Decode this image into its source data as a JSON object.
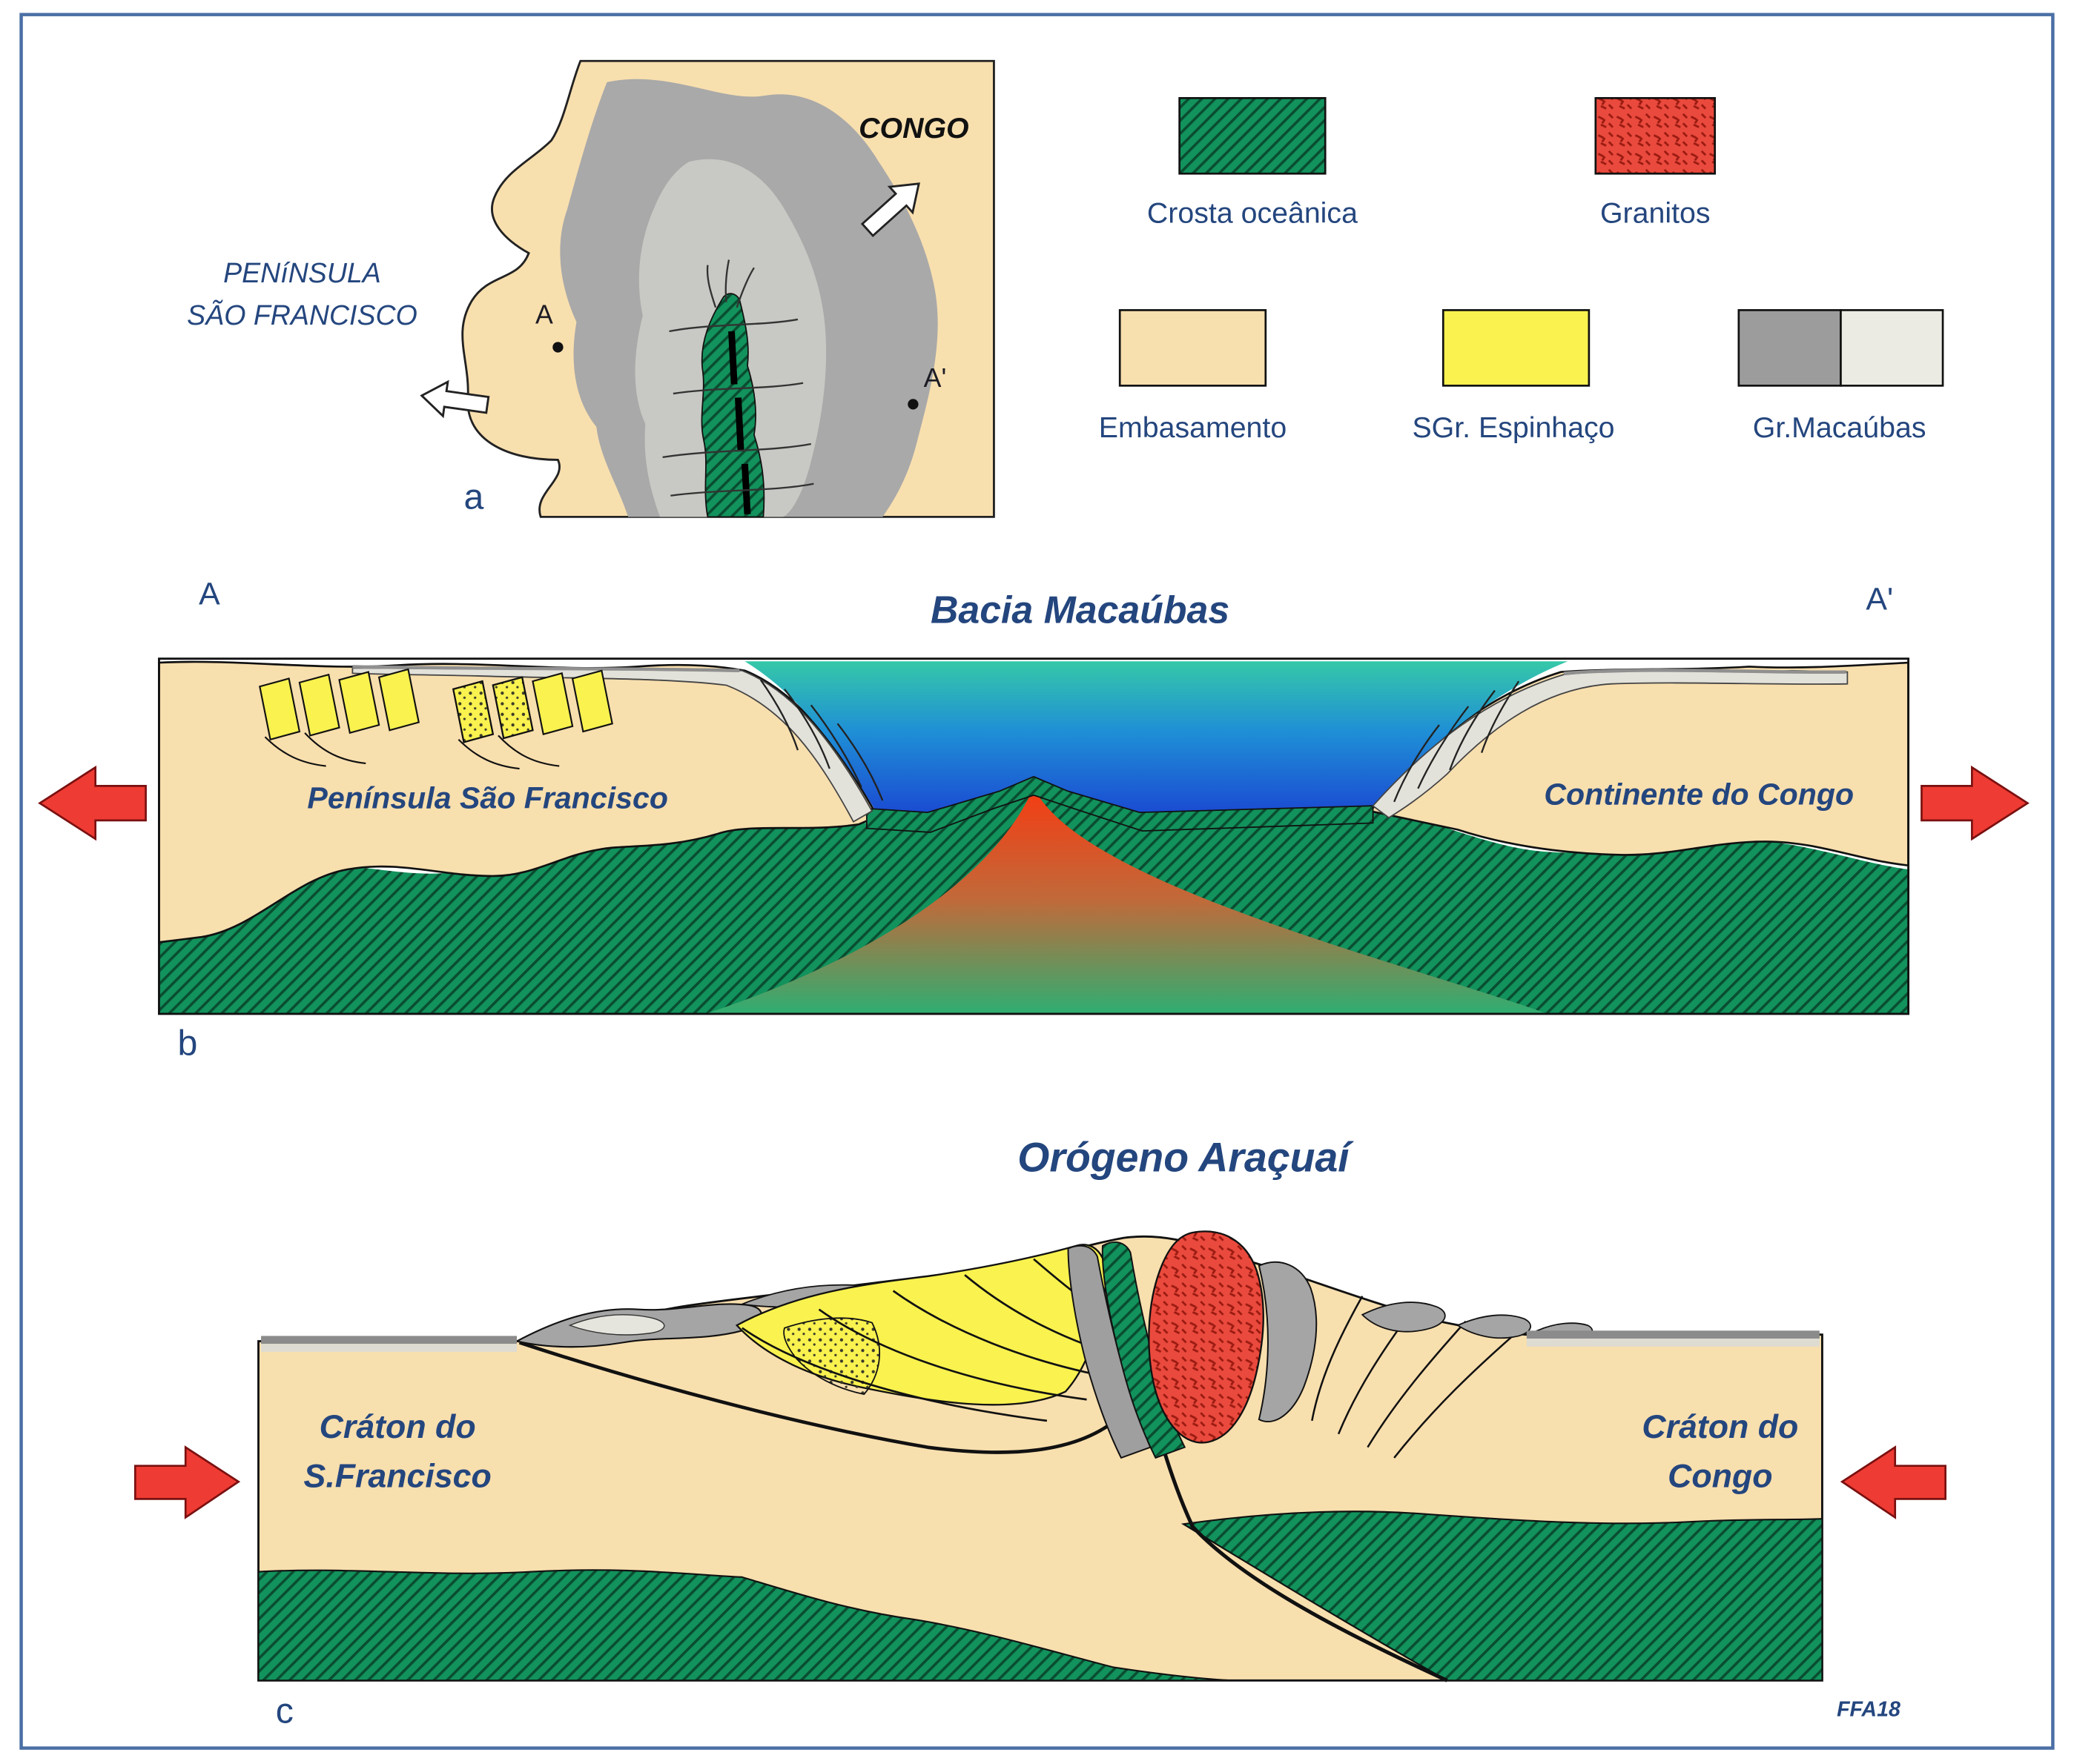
{
  "panel_a": {
    "label": "a",
    "congo": "CONGO",
    "peninsula_line1": "PENíNSULA",
    "peninsula_line2": "SÃO FRANCISCO",
    "marker_a": "A",
    "marker_a2": "A'"
  },
  "legend": {
    "crosta": "Crosta oceânica",
    "granitos": "Granitos",
    "embasamento": "Embasamento",
    "espinhaco": "SGr. Espinhaço",
    "macaubas": "Gr.Macaúbas"
  },
  "panel_b": {
    "label": "b",
    "title": "Bacia Macaúbas",
    "marker_a": "A",
    "marker_a2": "A'",
    "left_block": "Península São Francisco",
    "right_block": "Continente do Congo"
  },
  "panel_c": {
    "label": "c",
    "title": "Orógeno Araçuaí",
    "left_line1": "Cráton do",
    "left_line2": "S.Francisco",
    "right_line1": "Cráton do",
    "right_line2": "Congo"
  },
  "signature": "FFA18",
  "colors": {
    "frame": "#4a6fa5",
    "navy": "#24467e",
    "tan": "#f8dfae",
    "green": "#12925c",
    "yellow": "#f9f24f",
    "granite_red": "#ea4a3d",
    "gray_dark": "#9c9c9c",
    "gray_light": "#ecebe3",
    "arrow_red": "#ee3b33"
  }
}
